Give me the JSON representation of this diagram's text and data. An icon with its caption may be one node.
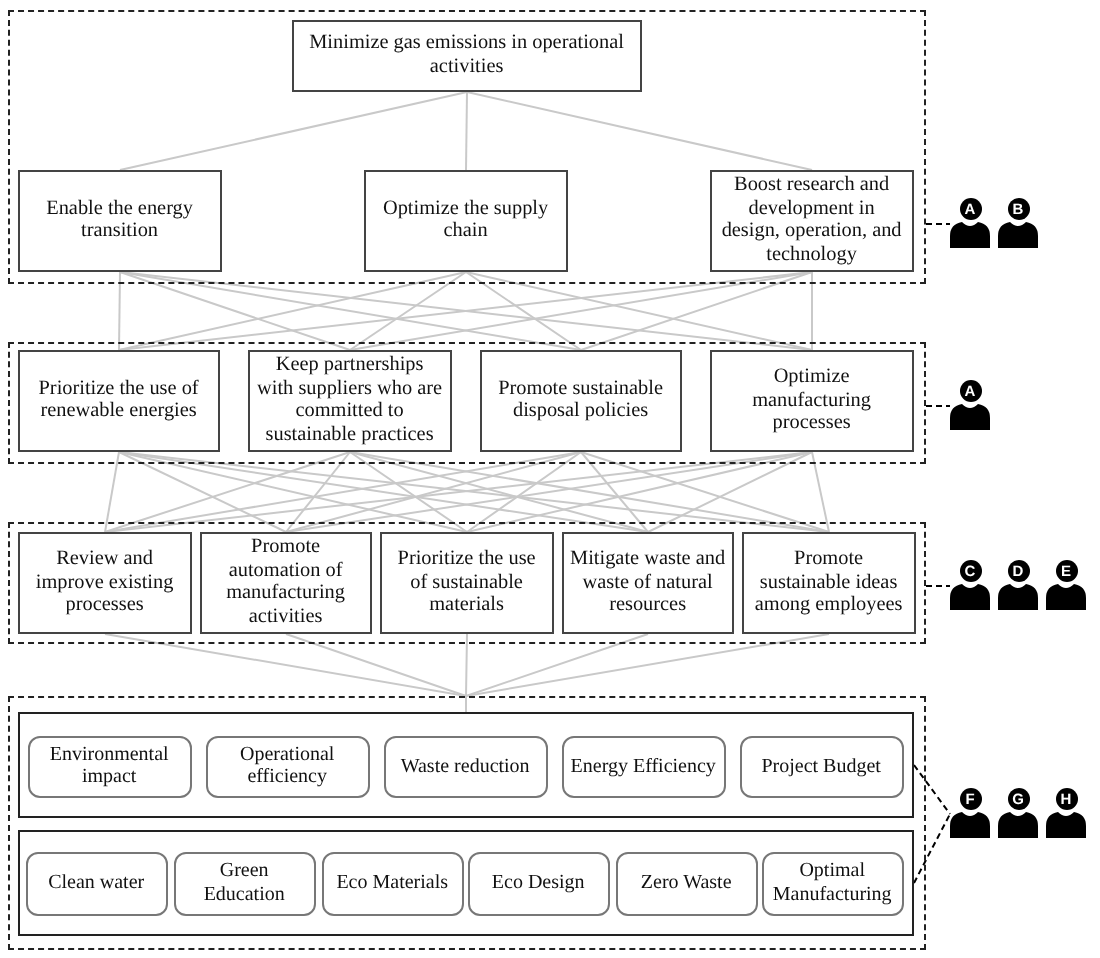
{
  "diagram": {
    "nodes": [
      {
        "text": [],
        "shape": "box"
      },
      {
        "text": [
          "Minimize gas emissions in operational activities"
        ],
        "in": 0
      },
      {
        "text": [
          "Enable the energy transition"
        ],
        "in": 0
      },
      {
        "text": [
          "Optimize the supply chain"
        ],
        "in": 0
      },
      {
        "text": [
          "Boost research and development in design, operation, and technology"
        ],
        "in": 0
      },
      {
        "text": [],
        "shape": "box"
      },
      {
        "text": [
          "Prioritize the use of renewable energies"
        ],
        "in": 5
      },
      {
        "text": [
          "Keep partnerships with suppliers who are committed to sustainable practices"
        ],
        "in": 5
      },
      {
        "text": [
          "Promote sustainable disposal policies"
        ],
        "in": 5
      },
      {
        "text": [
          "Optimize manufacturing processes"
        ],
        "in": 5
      },
      {
        "text": [],
        "shape": "box"
      },
      {
        "text": [
          "Review and improve existing processes"
        ],
        "in": 10
      },
      {
        "text": [
          "Promote automation of manufacturing activities"
        ],
        "in": 10
      },
      {
        "text": [
          "Prioritize the use of sustainable materials"
        ],
        "in": 10
      },
      {
        "text": [
          "Mitigate waste and waste of natural resources"
        ],
        "in": 10
      },
      {
        "text": [
          "Promote sustainable ideas among employees"
        ],
        "in": 10
      },
      {
        "text": [],
        "shape": "box"
      },
      {
        "text": [],
        "shape": "box",
        "in": 16
      },
      {
        "text": [
          "Environmental impact"
        ],
        "in": 17
      },
      {
        "text": [
          "Operational efficiency"
        ],
        "in": 17
      },
      {
        "text": [
          "Waste reduction"
        ],
        "in": 17
      },
      {
        "text": [
          "Energy Efficiency"
        ],
        "in": 17
      },
      {
        "text": [
          "Project Budget"
        ],
        "in": 17
      },
      {
        "text": [],
        "shape": "box",
        "in": 16
      },
      {
        "text": [
          "Clean water"
        ],
        "in": 23
      },
      {
        "text": [
          "Green Education"
        ],
        "in": 23
      },
      {
        "text": [
          "Eco Materials"
        ],
        "in": 23
      },
      {
        "text": [
          "Eco Design"
        ],
        "in": 23
      },
      {
        "text": [
          "Zero Waste"
        ],
        "in": 23
      },
      {
        "text": [
          "Optimal Manufacturing"
        ],
        "in": 23
      },
      {
        "text": [
          "A"
        ]
      },
      {
        "text": [
          "B"
        ]
      },
      {
        "text": [
          "A"
        ]
      },
      {
        "text": [
          "C"
        ]
      },
      {
        "text": [
          "D"
        ]
      },
      {
        "text": [
          "E"
        ]
      },
      {
        "text": [
          "F"
        ]
      },
      {
        "text": [
          "G"
        ]
      },
      {
        "text": [
          "H"
        ]
      }
    ],
    "edges": [
      {
        "from": 1,
        "to": 2,
        "arrow": "none"
      },
      {
        "from": 1,
        "to": 3,
        "arrow": "none"
      },
      {
        "from": 1,
        "to": 4,
        "arrow": "none"
      },
      {
        "from": 2,
        "to": 6,
        "arrow": "none"
      },
      {
        "from": 2,
        "to": 7,
        "arrow": "none"
      },
      {
        "from": 2,
        "to": 8,
        "arrow": "none"
      },
      {
        "from": 2,
        "to": 9,
        "arrow": "none"
      },
      {
        "from": 3,
        "to": 6,
        "arrow": "none"
      },
      {
        "from": 3,
        "to": 7,
        "arrow": "none"
      },
      {
        "from": 3,
        "to": 8,
        "arrow": "none"
      },
      {
        "from": 3,
        "to": 9,
        "arrow": "none"
      },
      {
        "from": 4,
        "to": 6,
        "arrow": "none"
      },
      {
        "from": 4,
        "to": 7,
        "arrow": "none"
      },
      {
        "from": 4,
        "to": 8,
        "arrow": "none"
      },
      {
        "from": 4,
        "to": 9,
        "arrow": "none"
      },
      {
        "from": 6,
        "to": 11,
        "arrow": "none"
      },
      {
        "from": 6,
        "to": 12,
        "arrow": "none"
      },
      {
        "from": 6,
        "to": 13,
        "arrow": "none"
      },
      {
        "from": 6,
        "to": 14,
        "arrow": "none"
      },
      {
        "from": 6,
        "to": 15,
        "arrow": "none"
      },
      {
        "from": 7,
        "to": 11,
        "arrow": "none"
      },
      {
        "from": 7,
        "to": 12,
        "arrow": "none"
      },
      {
        "from": 7,
        "to": 13,
        "arrow": "none"
      },
      {
        "from": 7,
        "to": 14,
        "arrow": "none"
      },
      {
        "from": 7,
        "to": 15,
        "arrow": "none"
      },
      {
        "from": 8,
        "to": 11,
        "arrow": "none"
      },
      {
        "from": 8,
        "to": 12,
        "arrow": "none"
      },
      {
        "from": 8,
        "to": 13,
        "arrow": "none"
      },
      {
        "from": 8,
        "to": 14,
        "arrow": "none"
      },
      {
        "from": 8,
        "to": 15,
        "arrow": "none"
      },
      {
        "from": 9,
        "to": 11,
        "arrow": "none"
      },
      {
        "from": 9,
        "to": 12,
        "arrow": "none"
      },
      {
        "from": 9,
        "to": 13,
        "arrow": "none"
      },
      {
        "from": 9,
        "to": 14,
        "arrow": "none"
      },
      {
        "from": 9,
        "to": 15,
        "arrow": "none"
      },
      {
        "from": 11,
        "to": 17,
        "arrow": "none"
      },
      {
        "from": 12,
        "to": 17,
        "arrow": "none"
      },
      {
        "from": 13,
        "to": 17,
        "arrow": "none"
      },
      {
        "from": 14,
        "to": 17,
        "arrow": "none"
      },
      {
        "from": 15,
        "to": 17,
        "arrow": "none"
      },
      {
        "from": 0,
        "to": 30,
        "arrow": "none",
        "style": "dashed",
        "color": "#000000"
      },
      {
        "from": 5,
        "to": 32,
        "arrow": "none",
        "style": "dashed",
        "color": "#000000"
      },
      {
        "from": 10,
        "to": 33,
        "arrow": "none",
        "style": "dashed",
        "color": "#000000"
      },
      {
        "from": 17,
        "to": 36,
        "arrow": "none",
        "style": "dashed",
        "color": "#000000"
      },
      {
        "from": 23,
        "to": 36,
        "arrow": "none",
        "style": "dashed",
        "color": "#000000"
      }
    ]
  }
}
